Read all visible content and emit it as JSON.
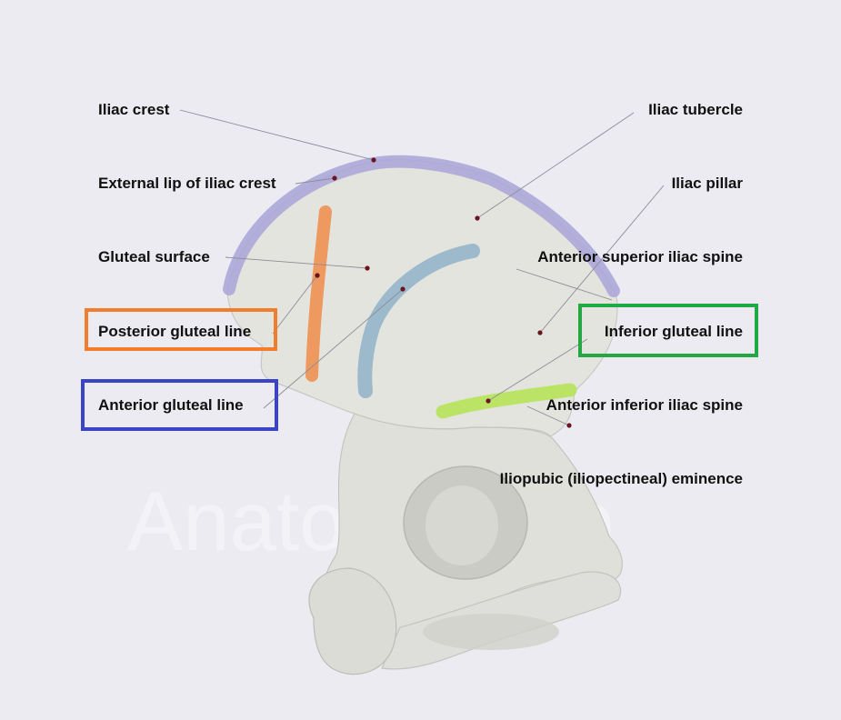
{
  "watermark": "Anatomy.app",
  "labels": {
    "iliac_crest": "Iliac crest",
    "external_lip": "External lip of iliac crest",
    "gluteal_surface": "Gluteal surface",
    "posterior_gluteal_line": "Posterior gluteal line",
    "anterior_gluteal_line": "Anterior gluteal line",
    "iliac_tubercle": "Iliac tubercle",
    "iliac_pillar": "Iliac pillar",
    "asis": "Anterior superior iliac spine",
    "inferior_gluteal_line": "Inferior gluteal line",
    "aiis": "Anterior inferior iliac spine",
    "iliopubic_eminence": "Iliopubic (iliopectineal) eminence"
  },
  "colors": {
    "background": "#ebebf1",
    "bone": "#e3e3de",
    "crest_highlight": "#a9a4d8",
    "posterior_gluteal_line": "#f08c4a",
    "anterior_gluteal_line": "#8fb3c9",
    "inferior_gluteal_line": "#b6e35a",
    "box_orange": "#f07e2c",
    "box_blue": "#3b45c4",
    "box_green": "#23a843",
    "leader": "#8c8c99",
    "dot": "#6a1420"
  }
}
